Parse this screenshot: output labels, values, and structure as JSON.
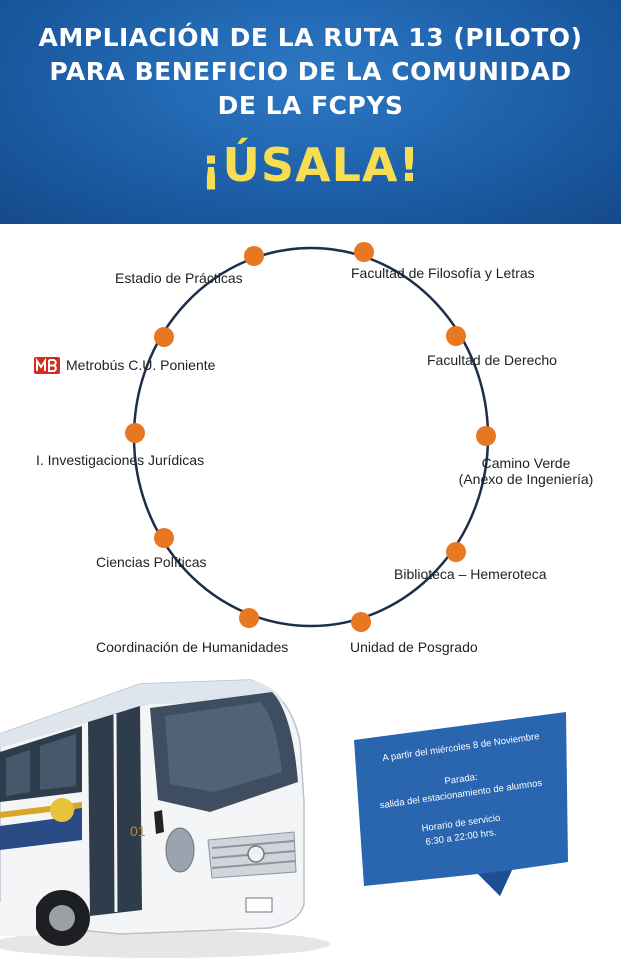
{
  "header": {
    "title_line1": "AMPLIACIÓN DE LA RUTA 13 (PILOTO)",
    "title_line2": "PARA BENEFICIO DE LA COMUNIDAD",
    "title_line3": "DE LA FCPYS",
    "call_to_action": "¡ÚSALA!",
    "background_color": "#1d5fa8",
    "accent_color": "#f6dd52"
  },
  "route": {
    "dot_color": "#e87722",
    "line_color": "#1c2e4a",
    "stops": [
      {
        "label": "Facultad de Filosofía y Letras"
      },
      {
        "label": "Facultad de Derecho"
      },
      {
        "label_line1": "Camino Verde",
        "label_line2": "(Anexo de Ingeniería)"
      },
      {
        "label": "Biblioteca – Hemeroteca"
      },
      {
        "label": "Unidad de Posgrado"
      },
      {
        "label": "Coordinación de Humanidades"
      },
      {
        "label": "Ciencias Políticas"
      },
      {
        "label": "I. Investigaciones Jurídicas"
      },
      {
        "label": "Metrobús C.U. Poniente",
        "icon": "metrobus-logo-icon"
      },
      {
        "label": "Estadio de Prácticas"
      }
    ]
  },
  "bus": {
    "unit_number": "01"
  },
  "info_banner": {
    "start_date": "A partir del miércoles 8 de Noviembre",
    "stop_title": "Parada:",
    "stop_location": "salida del estacionamiento de alumnos",
    "hours_title": "Horario de servicio",
    "hours": "6:30 a 22:00 hrs.",
    "color": "#2a65b0"
  }
}
